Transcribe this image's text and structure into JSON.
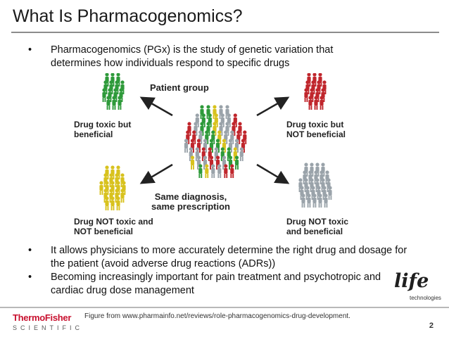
{
  "slide": {
    "title": "What Is Pharmacogenomics?",
    "bullets_top": [
      "Pharmacogenomics (PGx) is the study of genetic variation that determines how individuals respond to specific drugs"
    ],
    "bullets_bottom": [
      "It allows physicians to more accurately determine the right drug and dosage for the patient (avoid adverse drug reactions (ADRs))",
      "Becoming increasingly important for pain treatment and psychotropic and cardiac drug dose management"
    ],
    "bullet_char": "•",
    "caption": "Figure from www.pharmainfo.net/reviews/role-pharmacogenomics-drug-development.",
    "page_number": "2"
  },
  "figure": {
    "center_label": "Patient group",
    "bottom_center_label_1": "Same diagnosis,",
    "bottom_center_label_2": "same prescription",
    "tl_label_1": "Drug toxic but",
    "tl_label_2": "beneficial",
    "tr_label_1": "Drug toxic but",
    "tr_label_2": "NOT beneficial",
    "bl_label_1": "Drug NOT toxic and",
    "bl_label_2": "NOT beneficial",
    "br_label_1": "Drug NOT toxic",
    "br_label_2": "and beneficial",
    "colors": {
      "green": "#2e9a3a",
      "red": "#c0262c",
      "yellow": "#d8c21e",
      "gray": "#9aa3aa"
    }
  },
  "logos": {
    "thermo_fisher": "ThermoFisher",
    "scientific": "SCIENTIFIC",
    "life_word": "life",
    "life_tech": "technologies"
  }
}
